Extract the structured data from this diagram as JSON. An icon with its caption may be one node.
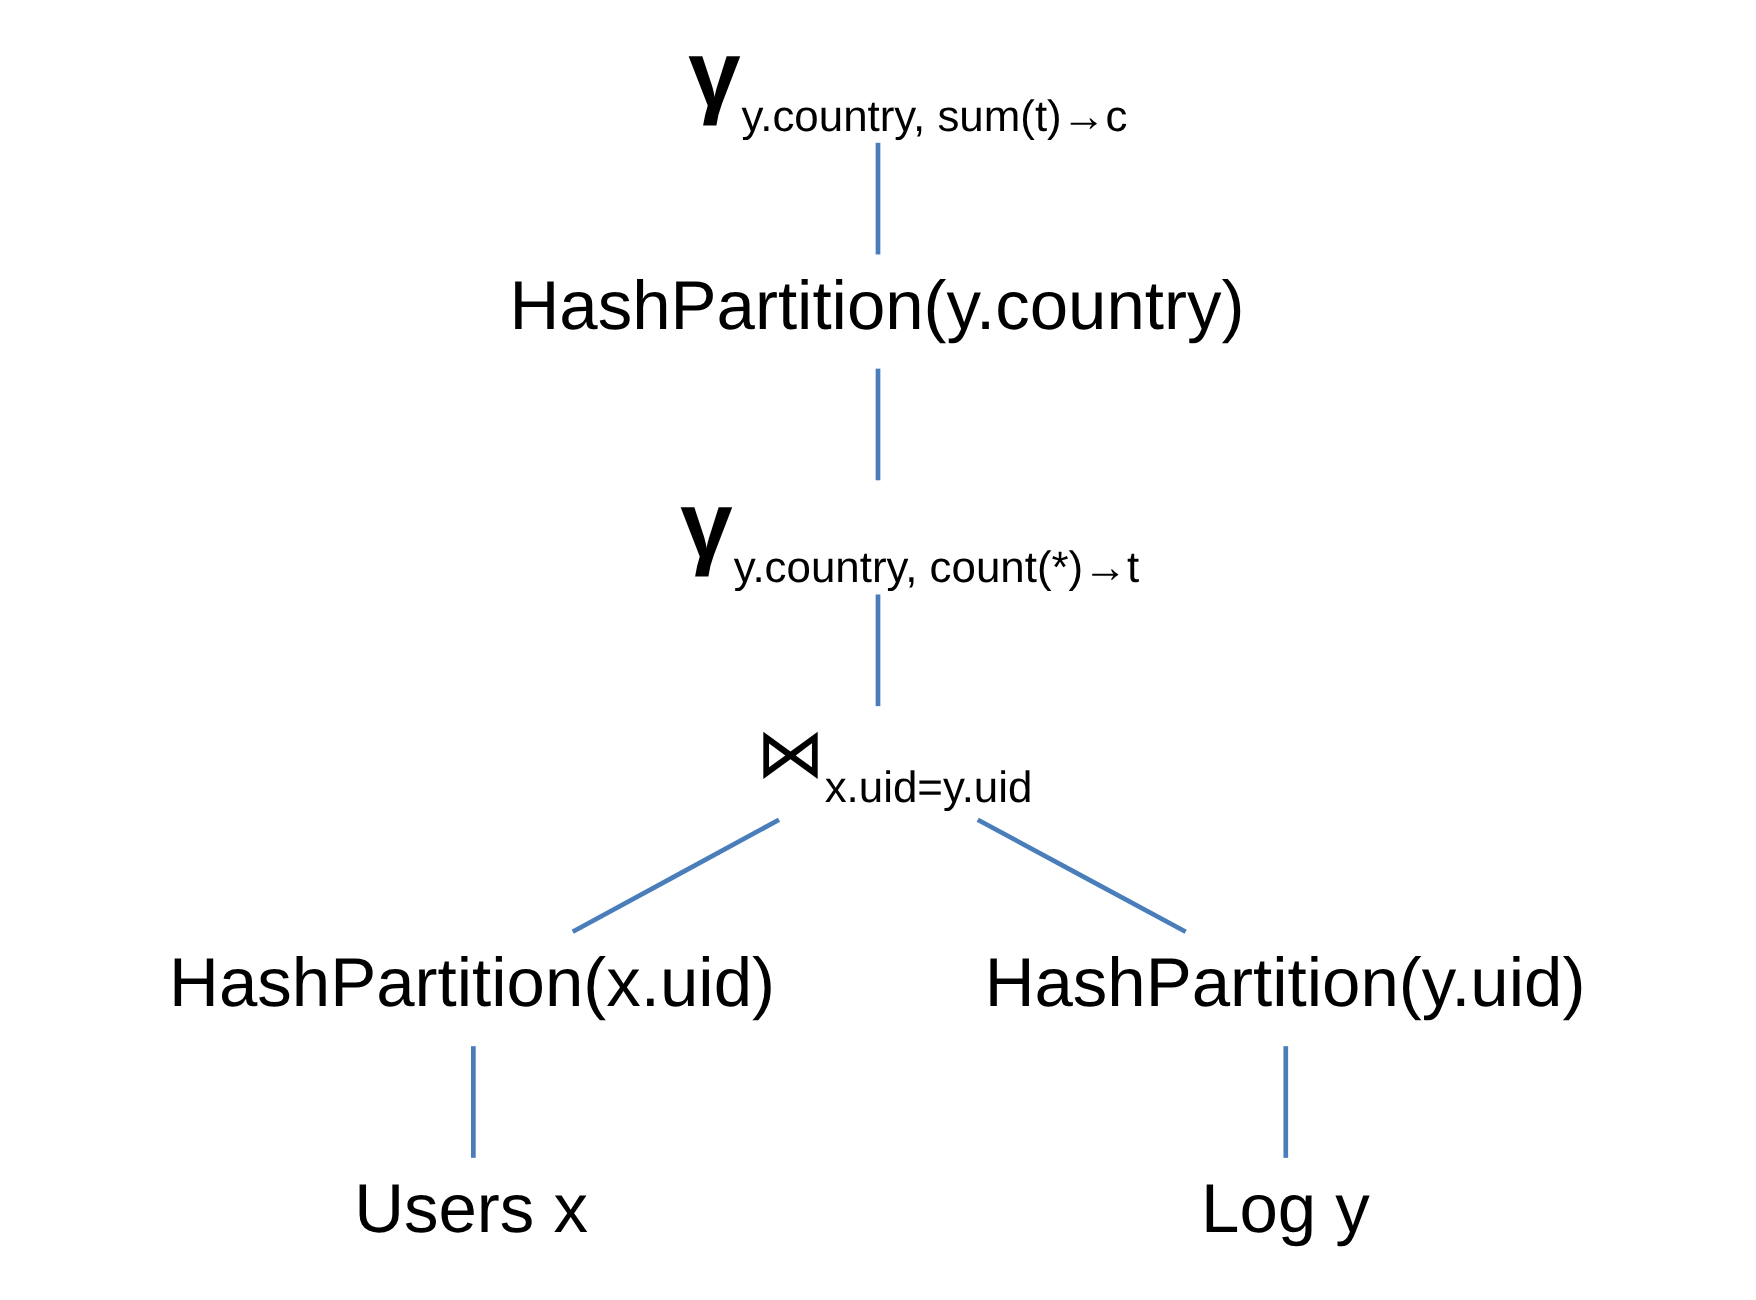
{
  "diagram": {
    "nodes": [
      {
        "text": [
          "**γ**$_{y.country, sum(t)→c}$"
        ]
      },
      {
        "text": [
          "HashPartition(y.country)"
        ]
      },
      {
        "text": [
          "**γ**$_{y.country, count(*)→t}$"
        ]
      },
      {
        "text": [
          "⋈$_{x.uid=y.uid}$"
        ]
      },
      {
        "text": [
          "HashPartition(x.uid)"
        ]
      },
      {
        "text": [
          "HashPartition(y.uid)"
        ]
      },
      {
        "text": [
          "Users x"
        ]
      },
      {
        "text": [
          "Log y"
        ]
      }
    ],
    "edges": [
      {
        "from": 0,
        "to": 1,
        "arrow": "none"
      },
      {
        "from": 1,
        "to": 2,
        "arrow": "none"
      },
      {
        "from": 2,
        "to": 3,
        "arrow": "none"
      },
      {
        "from": 3,
        "to": 4,
        "arrow": "none"
      },
      {
        "from": 3,
        "to": 5,
        "arrow": "none"
      },
      {
        "from": 4,
        "to": 6,
        "arrow": "none"
      },
      {
        "from": 5,
        "to": 7,
        "arrow": "none"
      }
    ]
  }
}
